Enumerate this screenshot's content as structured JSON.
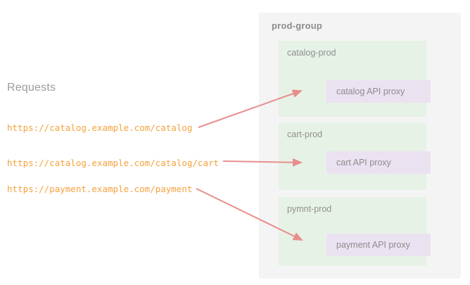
{
  "diagram": {
    "left_panel": {
      "heading": "Requests",
      "requests": [
        {
          "url": "https://catalog.example.com/catalog"
        },
        {
          "url": "https://catalog.example.com/catalog/cart"
        },
        {
          "url": "https://payment.example.com/payment"
        }
      ]
    },
    "right_panel": {
      "title": "prod-group",
      "groups": [
        {
          "name": "catalog-prod",
          "proxy": "catalog API proxy"
        },
        {
          "name": "cart-prod",
          "proxy": "cart API proxy"
        },
        {
          "name": "pymnt-prod",
          "proxy": "payment API proxy"
        }
      ]
    },
    "connections": [
      {
        "from": "https://catalog.example.com/catalog",
        "to": "catalog API proxy"
      },
      {
        "from": "https://catalog.example.com/catalog/cart",
        "to": "cart API proxy"
      },
      {
        "from": "https://payment.example.com/payment",
        "to": "payment API proxy"
      }
    ],
    "colors": {
      "panel_background": "#f4f4f5",
      "group_background": "#e7f2e6",
      "proxy_background": "#ebe2f1",
      "url_text": "#f5a23c",
      "label_text": "#8c8c8c",
      "arrow": "#e88e8e",
      "page_background": "#ffffff"
    }
  }
}
